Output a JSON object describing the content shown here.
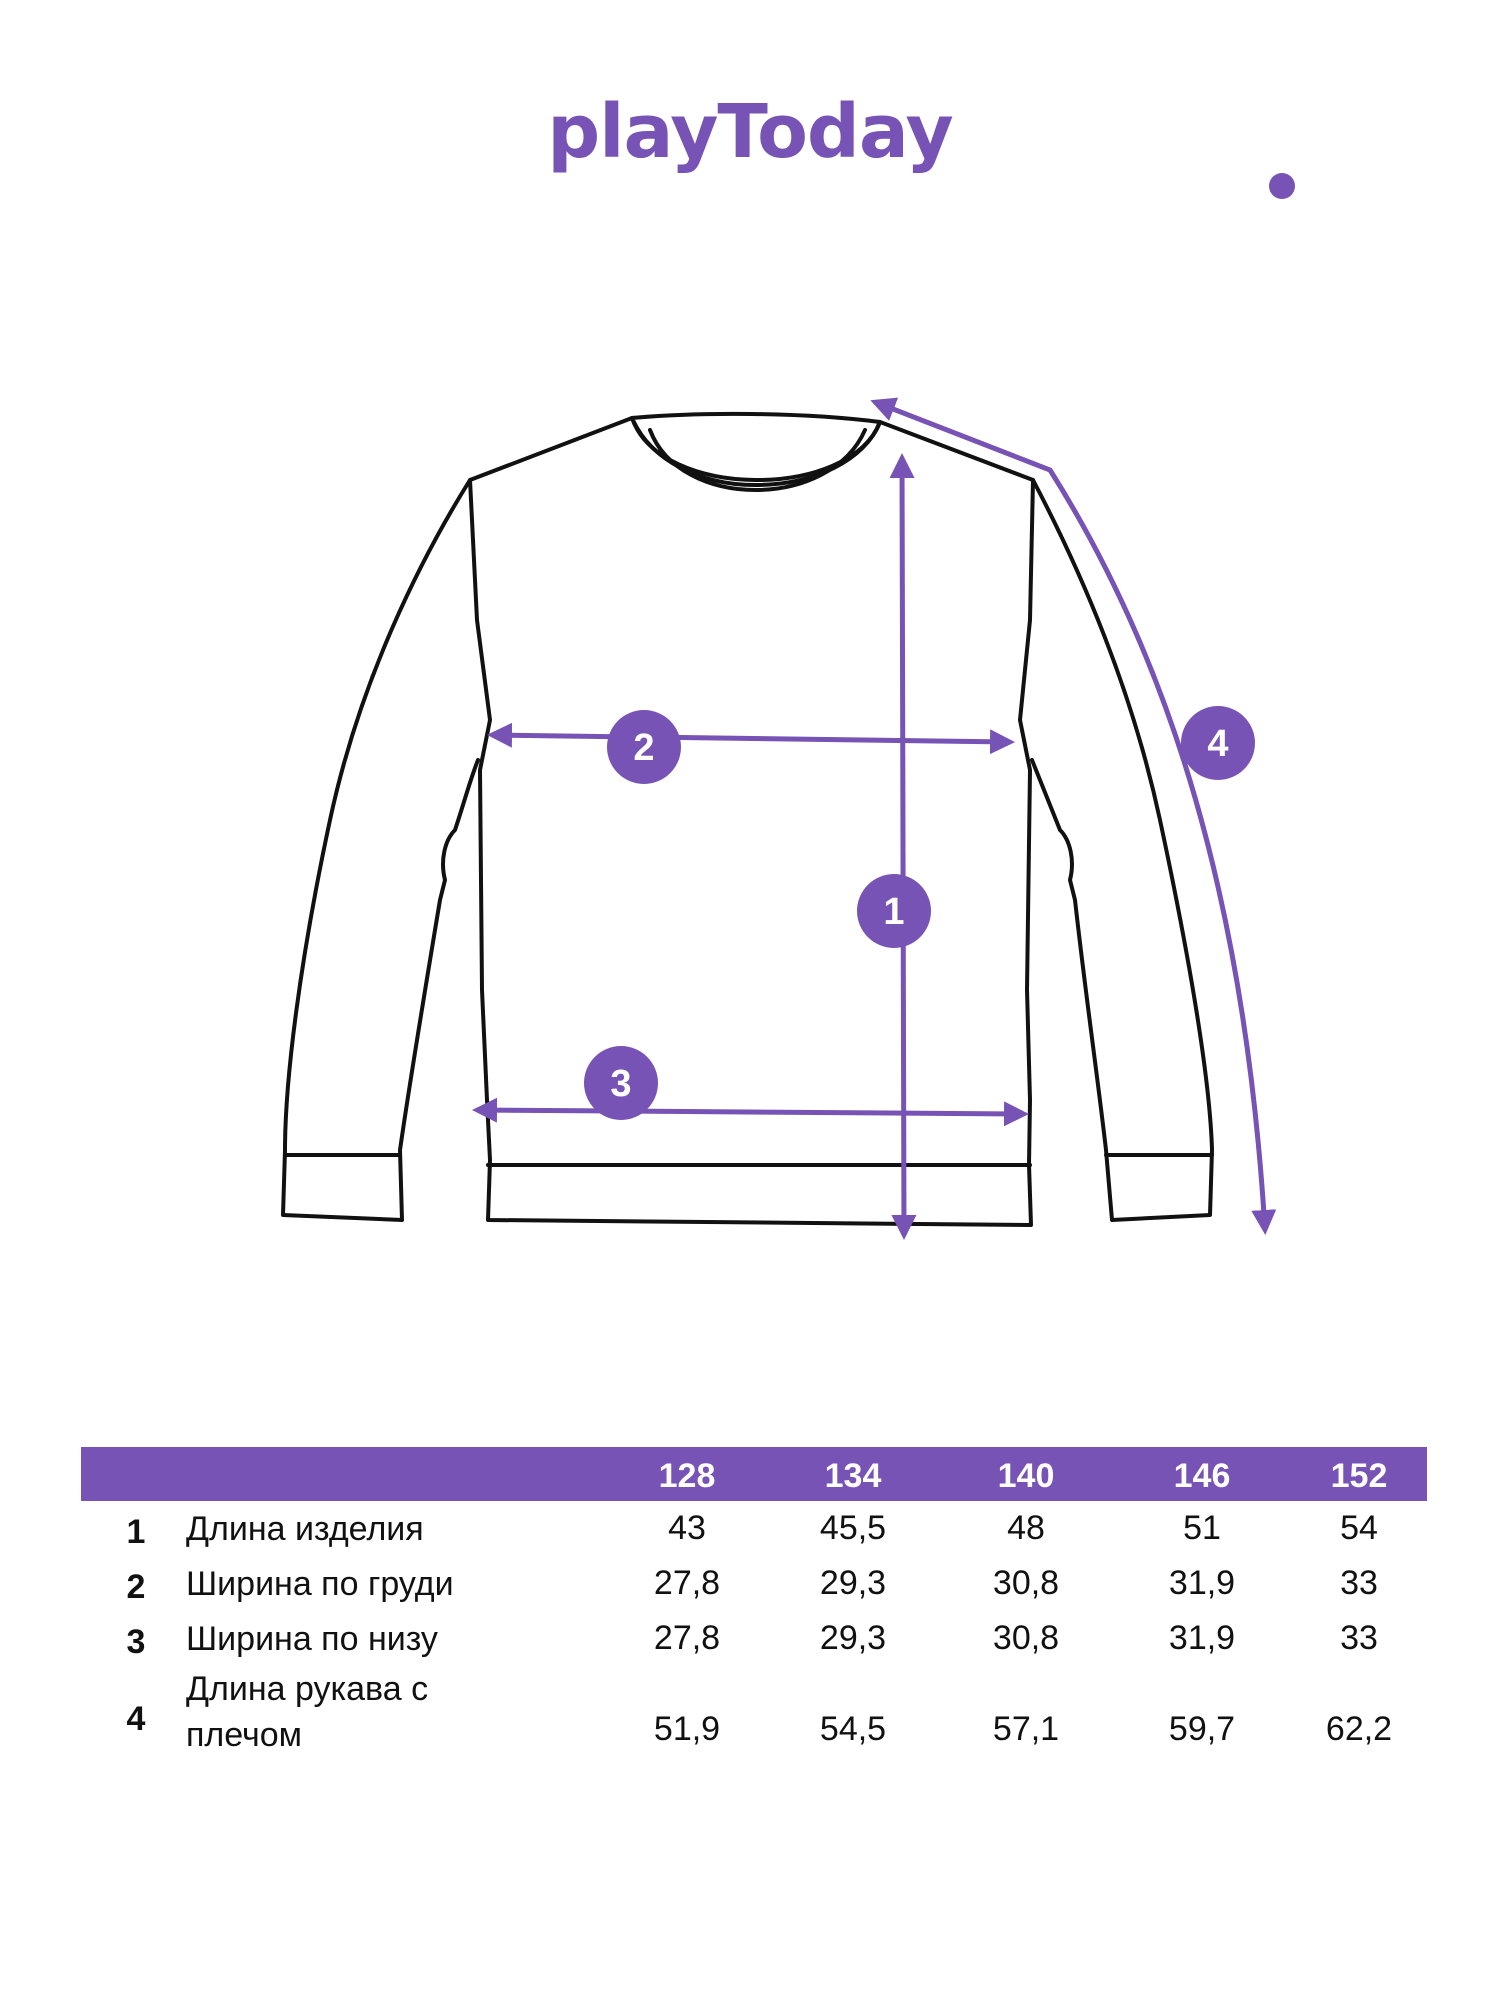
{
  "brand": {
    "logo_text": "playToday",
    "accent_color": "#7653b5"
  },
  "diagram": {
    "garment": "sweatshirt",
    "markers": [
      "1",
      "2",
      "3",
      "4"
    ]
  },
  "table": {
    "sizes": [
      "128",
      "134",
      "140",
      "146",
      "152"
    ],
    "rows": [
      {
        "num": "1",
        "label": "Длина изделия",
        "values": [
          "43",
          "45,5",
          "48",
          "51",
          "54"
        ]
      },
      {
        "num": "2",
        "label": "Ширина по груди",
        "values": [
          "27,8",
          "29,3",
          "30,8",
          "31,9",
          "33"
        ]
      },
      {
        "num": "3",
        "label": "Ширина по низу",
        "values": [
          "27,8",
          "29,3",
          "30,8",
          "31,9",
          "33"
        ]
      },
      {
        "num": "4",
        "label": "Длина рукава с плечом",
        "values": [
          "51,9",
          "54,5",
          "57,1",
          "59,7",
          "62,2"
        ]
      }
    ]
  }
}
